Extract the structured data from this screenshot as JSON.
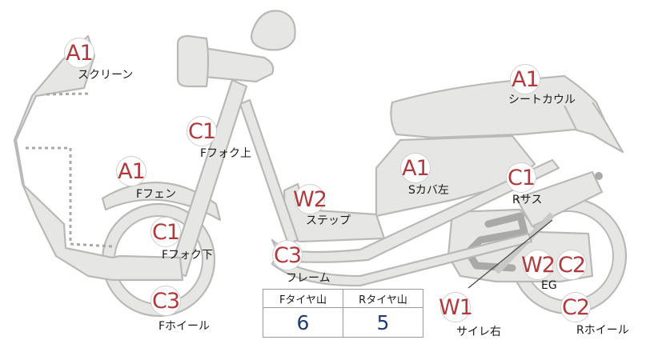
{
  "parts": [
    {
      "id": "screen",
      "grade": "A1",
      "label": "スクリーン"
    },
    {
      "id": "fork-upper",
      "grade": "C1",
      "label": "Fフォク上"
    },
    {
      "id": "front-fender",
      "grade": "A1",
      "label": "Fフェン"
    },
    {
      "id": "fork-lower",
      "grade": "C1",
      "label": "Fフォク下"
    },
    {
      "id": "front-wheel",
      "grade": "C3",
      "label": "Fホイール"
    },
    {
      "id": "step",
      "grade": "W2",
      "label": "ステップ"
    },
    {
      "id": "frame",
      "grade": "C3",
      "label": "フレーム"
    },
    {
      "id": "side-cover-left",
      "grade": "A1",
      "label": "Sカバ左"
    },
    {
      "id": "seat-cowl",
      "grade": "A1",
      "label": "シートカウル"
    },
    {
      "id": "rear-suspension",
      "grade": "C1",
      "label": "Rサス"
    },
    {
      "id": "engine-left",
      "grade": "W2",
      "label": ""
    },
    {
      "id": "engine-right",
      "grade": "C2",
      "label": "EG"
    },
    {
      "id": "rear-wheel",
      "grade": "C2",
      "label": "Rホイール"
    },
    {
      "id": "muffler-right",
      "grade": "W1",
      "label": "サイレ右"
    }
  ],
  "tread_table": {
    "front_header": "Fタイヤ山",
    "rear_header": "Rタイヤ山",
    "front_value": "6",
    "rear_value": "5"
  },
  "colors": {
    "grade_text": "#b03a3e",
    "tread_value": "#1f3d73",
    "part_fill": "#e6e6e4",
    "part_stroke": "#b9b9b7"
  }
}
